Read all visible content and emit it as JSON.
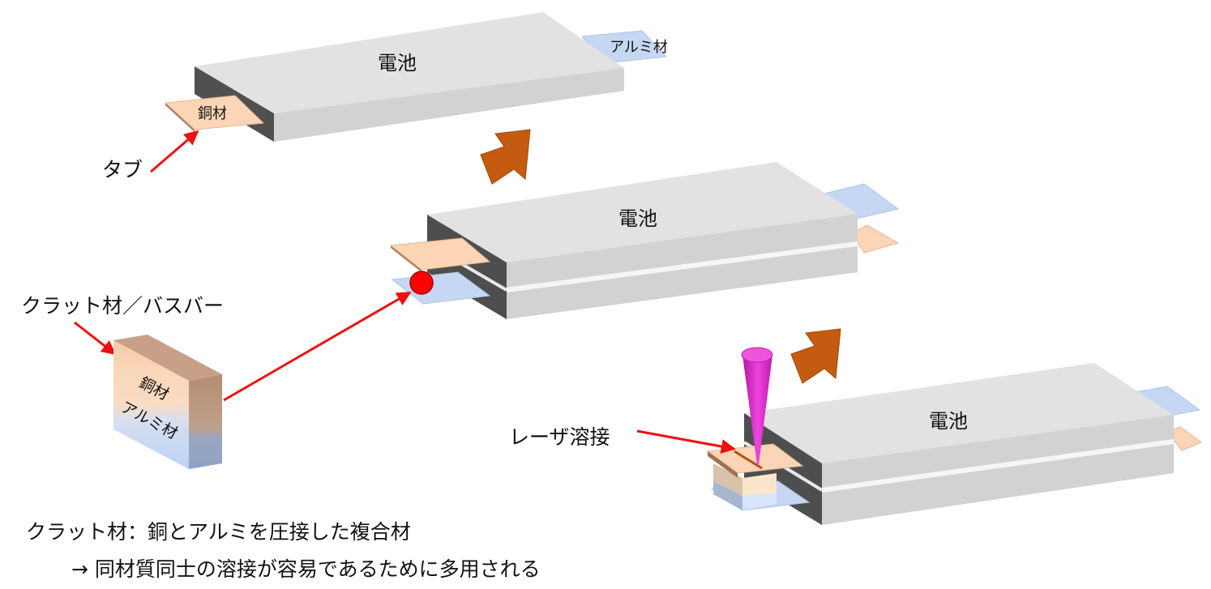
{
  "labels": {
    "battery_top": "電池",
    "aluminum_top": "アルミ材",
    "copper_top": "銅材",
    "tab": "タブ",
    "battery_middle": "電池",
    "clad_busbar": "クラット材／バスバー",
    "clad_copper": "銅材",
    "clad_aluminum": "アルミ材",
    "laser_welding": "レーザ溶接",
    "battery_bottom": "電池"
  },
  "captions": {
    "line1": "クラット材：銅とアルミを圧接した複合材",
    "line2": "→ 同材質同士の溶接が容易であるために多用される"
  },
  "colors": {
    "battery_top_face": "#e2e2e2",
    "battery_front_face": "#d4d4d4",
    "copper": "#fbd5b5",
    "aluminum": "#c5d7f2",
    "process_arrow": "#c55a11",
    "pointer_arrow": "#ee1111",
    "weld_point": "#ff0000",
    "laser_beam": "#dd33cc"
  }
}
